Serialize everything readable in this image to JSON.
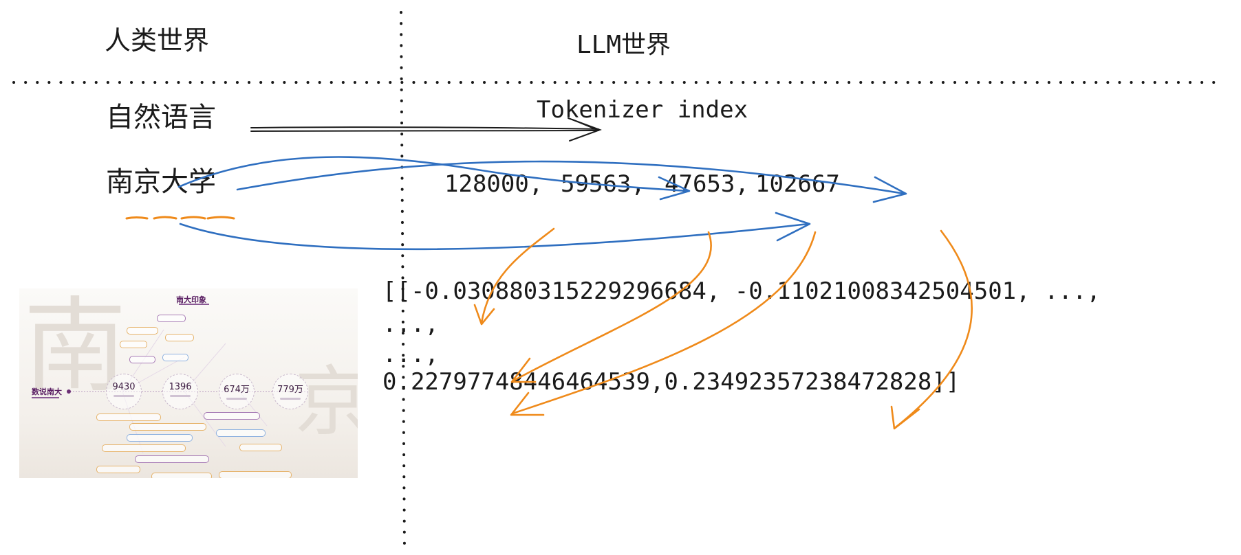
{
  "headers": {
    "left": "人类世界",
    "right": "LLM世界"
  },
  "row1": {
    "left": "自然语言",
    "right": "Tokenizer index"
  },
  "row2": {
    "chars": [
      "南",
      "京",
      "大",
      "学"
    ],
    "ids": [
      "128000,",
      "59563,",
      "47653,",
      "102667"
    ]
  },
  "embedding": {
    "line1": "[[-0.030880315229296684, -0.11021008342504501, ...,",
    "line2": "...,",
    "line3": "...,",
    "line4": "0.22797748446464539,0.23492357238472828]]"
  },
  "thumbnail": {
    "title": "南大印象",
    "left_label": "数说南大",
    "nodes": [
      "9430",
      "1396",
      "674万",
      "779万"
    ]
  },
  "colors": {
    "blue": "#2f6fc0",
    "orange": "#ef8a1a",
    "ink": "#1a1a1a"
  }
}
